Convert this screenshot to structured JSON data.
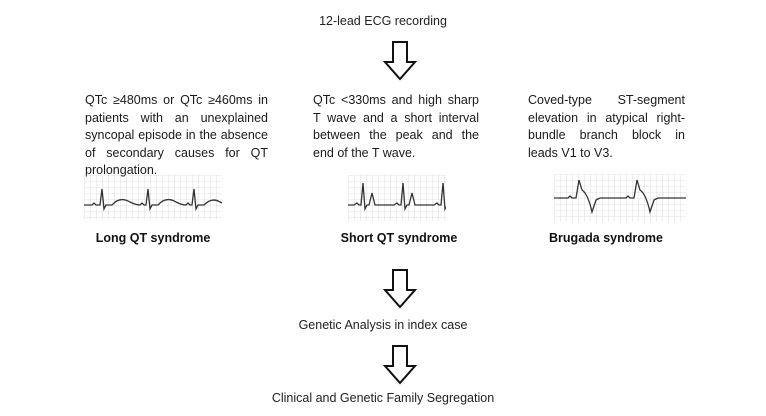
{
  "steps": {
    "recording": "12-lead ECG recording",
    "genetic": "Genetic Analysis in index case",
    "segregation": "Clinical and Genetic Family Segregation"
  },
  "columns": [
    {
      "description": "QTc ≥480ms or QTc ≥460ms in patients with an unexplained syncopal episode in the absence of secondary causes for QT prolongation.",
      "syndrome": "Long QT syndrome"
    },
    {
      "description": "QTc <330ms and high sharp T wave and a short interval between the peak and the end of the T wave.",
      "syndrome": "Short QT syndrome"
    },
    {
      "description": "Coved-type ST-segment elevation in atypical right-bundle branch block in leads V1 to V3.",
      "syndrome": "Brugada syndrome"
    }
  ],
  "icons": {
    "arrow": "down-arrow-icon",
    "ecg": "ecg-strip-image"
  },
  "colors": {
    "text": "#222222",
    "arrow_stroke": "#111111",
    "grid": "#c8c8c8",
    "trace": "#333333"
  }
}
